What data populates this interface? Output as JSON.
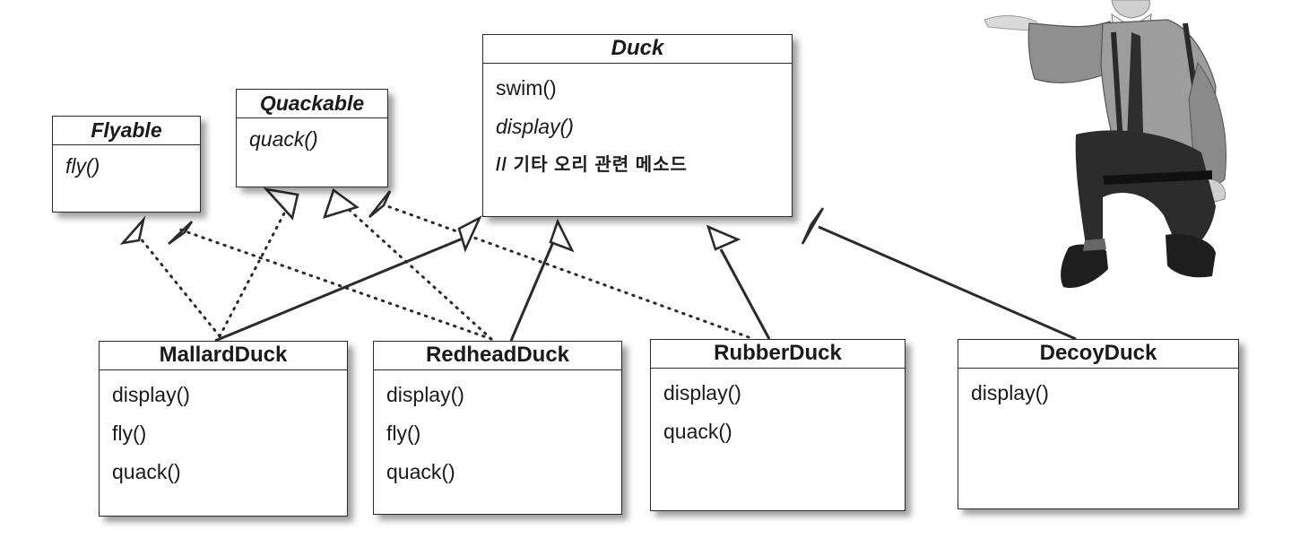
{
  "classes": {
    "duck": {
      "name": "Duck",
      "methods": [
        "swim()",
        "display()",
        "// 기타 오리 관련 메소드"
      ]
    },
    "flyable": {
      "name": "Flyable",
      "methods": [
        "fly()"
      ]
    },
    "quackable": {
      "name": "Quackable",
      "methods": [
        "quack()"
      ]
    },
    "mallard": {
      "name": "MallardDuck",
      "methods": [
        "display()",
        "fly()",
        "quack()"
      ]
    },
    "redhead": {
      "name": "RedheadDuck",
      "methods": [
        "display()",
        "fly()",
        "quack()"
      ]
    },
    "rubber": {
      "name": "RubberDuck",
      "methods": [
        "display()",
        "quack()"
      ]
    },
    "decoy": {
      "name": "DecoyDuck",
      "methods": [
        "display()"
      ]
    }
  },
  "relations": [
    {
      "from": "MallardDuck",
      "to": "Duck",
      "kind": "inheritance"
    },
    {
      "from": "RedheadDuck",
      "to": "Duck",
      "kind": "inheritance"
    },
    {
      "from": "RubberDuck",
      "to": "Duck",
      "kind": "inheritance"
    },
    {
      "from": "DecoyDuck",
      "to": "Duck",
      "kind": "inheritance"
    },
    {
      "from": "MallardDuck",
      "to": "Flyable",
      "kind": "realization"
    },
    {
      "from": "MallardDuck",
      "to": "Quackable",
      "kind": "realization"
    },
    {
      "from": "RedheadDuck",
      "to": "Flyable",
      "kind": "realization"
    },
    {
      "from": "RedheadDuck",
      "to": "Quackable",
      "kind": "realization"
    },
    {
      "from": "RubberDuck",
      "to": "Quackable",
      "kind": "realization"
    }
  ],
  "colors": {
    "line": "#2b2b2b",
    "box_border": "#2b2b2b",
    "background": "#ffffff"
  },
  "icons": {
    "presenter": "presenter-figure"
  }
}
